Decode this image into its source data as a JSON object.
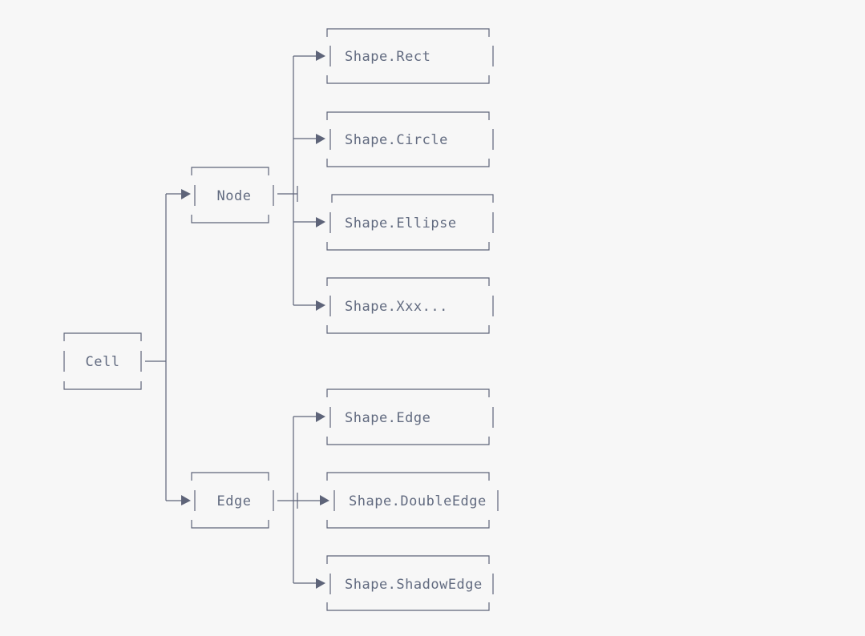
{
  "diagram": {
    "nodes": {
      "cell": "Cell",
      "node": "Node",
      "edge": "Edge",
      "rect": "Shape.Rect",
      "circle": "Shape.Circle",
      "ellipse": "Shape.Ellipse",
      "xxx": "Shape.Xxx...",
      "shape_edge": "Shape.Edge",
      "double_edge": "Shape.DoubleEdge",
      "shadow_edge": "Shape.ShadowEdge"
    },
    "colors": {
      "stroke": "#5e6479",
      "text": "#626b80",
      "background": "#f7f7f7"
    }
  }
}
